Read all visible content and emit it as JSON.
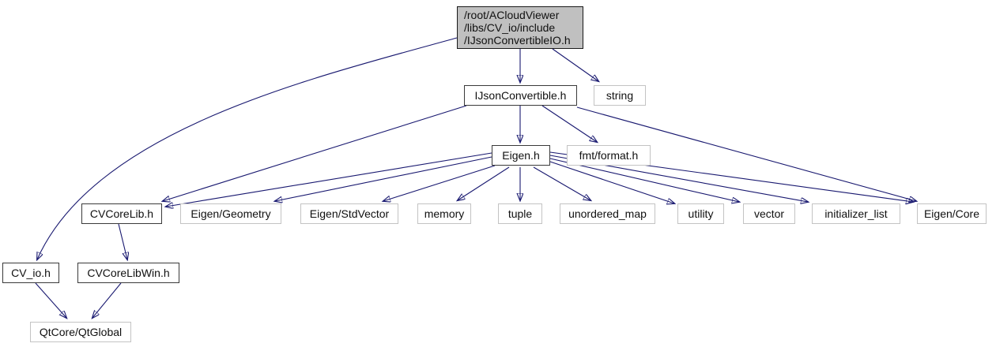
{
  "diagram": {
    "kind": "doxygen-include-dependency-graph",
    "colors": {
      "background": "#ffffff",
      "edge": "#191970",
      "current_node_fill": "#c0c0c0",
      "current_node_border": "#1a1a1a",
      "internal_node_border": "#3a3a3a",
      "external_node_border": "#c3c3c3",
      "node_fill": "#ffffff",
      "text": "#101010"
    },
    "nodes": [
      {
        "id": "IJsonConvertibleIO.h",
        "kind": "current",
        "lines": [
          "/root/ACloudViewer",
          "/libs/CV_io/include",
          "/IJsonConvertibleIO.h"
        ],
        "label": "/root/ACloudViewer /libs/CV_io/include /IJsonConvertibleIO.h"
      },
      {
        "id": "IJsonConvertible.h",
        "kind": "internal",
        "label": "IJsonConvertible.h"
      },
      {
        "id": "string",
        "kind": "external",
        "label": "string"
      },
      {
        "id": "Eigen.h",
        "kind": "internal",
        "label": "Eigen.h"
      },
      {
        "id": "fmt/format.h",
        "kind": "external",
        "label": "fmt/format.h"
      },
      {
        "id": "CVCoreLib.h",
        "kind": "internal",
        "label": "CVCoreLib.h"
      },
      {
        "id": "Eigen/Geometry",
        "kind": "external",
        "label": "Eigen/Geometry"
      },
      {
        "id": "Eigen/StdVector",
        "kind": "external",
        "label": "Eigen/StdVector"
      },
      {
        "id": "memory",
        "kind": "external",
        "label": "memory"
      },
      {
        "id": "tuple",
        "kind": "external",
        "label": "tuple"
      },
      {
        "id": "unordered_map",
        "kind": "external",
        "label": "unordered_map"
      },
      {
        "id": "utility",
        "kind": "external",
        "label": "utility"
      },
      {
        "id": "vector",
        "kind": "external",
        "label": "vector"
      },
      {
        "id": "initializer_list",
        "kind": "external",
        "label": "initializer_list"
      },
      {
        "id": "Eigen/Core",
        "kind": "external",
        "label": "Eigen/Core"
      },
      {
        "id": "CV_io.h",
        "kind": "internal",
        "label": "CV_io.h"
      },
      {
        "id": "CVCoreLibWin.h",
        "kind": "internal",
        "label": "CVCoreLibWin.h"
      },
      {
        "id": "QtCore/QtGlobal",
        "kind": "external",
        "label": "QtCore/QtGlobal"
      }
    ],
    "edges": [
      {
        "from": "IJsonConvertibleIO.h",
        "to": "IJsonConvertible.h"
      },
      {
        "from": "IJsonConvertibleIO.h",
        "to": "string"
      },
      {
        "from": "IJsonConvertibleIO.h",
        "to": "CV_io.h"
      },
      {
        "from": "IJsonConvertible.h",
        "to": "Eigen.h"
      },
      {
        "from": "IJsonConvertible.h",
        "to": "fmt/format.h"
      },
      {
        "from": "IJsonConvertible.h",
        "to": "CVCoreLib.h"
      },
      {
        "from": "IJsonConvertible.h",
        "to": "Eigen/Core"
      },
      {
        "from": "Eigen.h",
        "to": "CVCoreLib.h"
      },
      {
        "from": "Eigen.h",
        "to": "Eigen/Geometry"
      },
      {
        "from": "Eigen.h",
        "to": "Eigen/StdVector"
      },
      {
        "from": "Eigen.h",
        "to": "memory"
      },
      {
        "from": "Eigen.h",
        "to": "tuple"
      },
      {
        "from": "Eigen.h",
        "to": "unordered_map"
      },
      {
        "from": "Eigen.h",
        "to": "utility"
      },
      {
        "from": "Eigen.h",
        "to": "vector"
      },
      {
        "from": "Eigen.h",
        "to": "initializer_list"
      },
      {
        "from": "Eigen.h",
        "to": "Eigen/Core"
      },
      {
        "from": "CVCoreLib.h",
        "to": "CVCoreLibWin.h"
      },
      {
        "from": "CV_io.h",
        "to": "QtCore/QtGlobal"
      },
      {
        "from": "CVCoreLibWin.h",
        "to": "QtCore/QtGlobal"
      }
    ]
  }
}
